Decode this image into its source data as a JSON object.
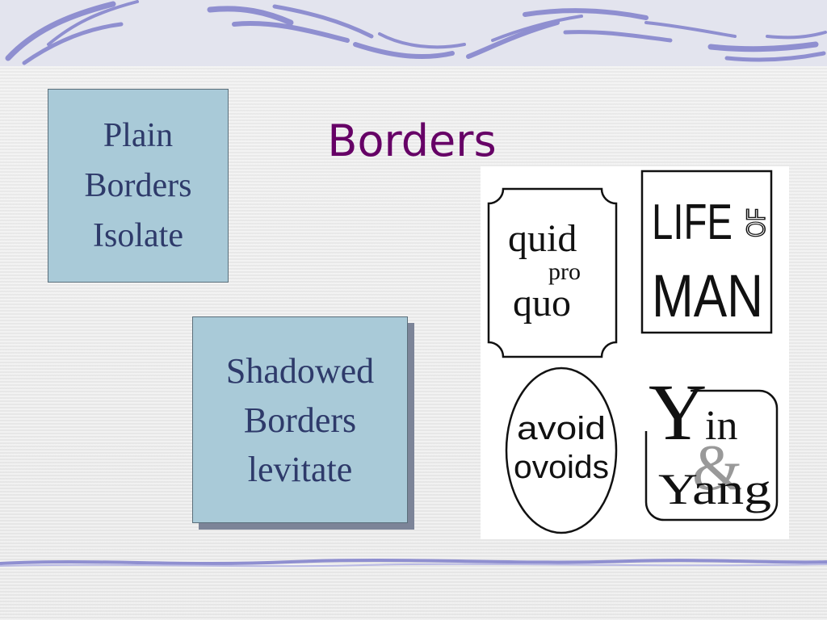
{
  "slide": {
    "title": "Borders"
  },
  "plain_box": {
    "lines": [
      "Plain",
      "Borders",
      "Isolate"
    ]
  },
  "shadowed_box": {
    "lines": [
      "Shadowed",
      "Borders",
      "levitate"
    ]
  },
  "logos": {
    "quid_pro_quo": {
      "line1": "quid",
      "line2": "pro",
      "line3": "quo"
    },
    "life_of_man": {
      "part1": "LIFE",
      "part2": "OF",
      "part3": "MAN"
    },
    "avoid_ovoids": {
      "line1": "avoid",
      "line2": "ovoids"
    },
    "yin_yang": {
      "letter": "Y",
      "part1": "in",
      "amp": "&",
      "part2": "Yang"
    }
  },
  "colors": {
    "title": "#660066",
    "box_fill": "#a9cad8",
    "box_text": "#2e3a6a",
    "wave": "#8f8fd0"
  }
}
